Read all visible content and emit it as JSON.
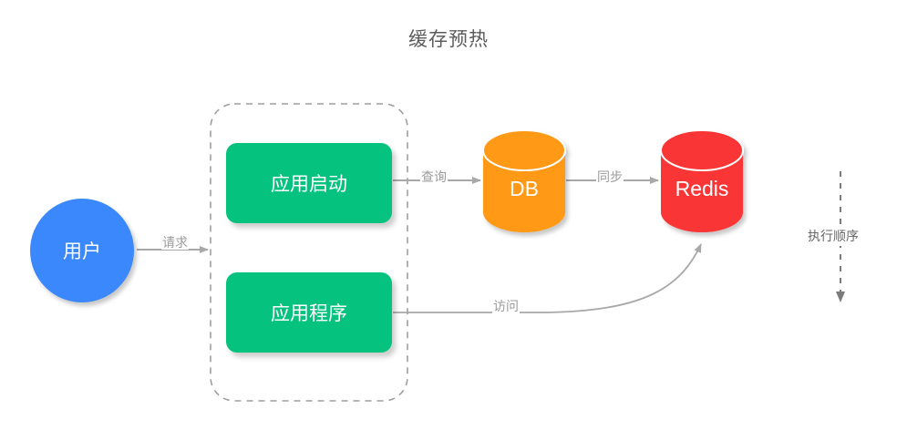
{
  "diagram": {
    "title": "缓存预热",
    "type": "flow-diagram",
    "nodes": [
      {
        "id": "user",
        "label": "用户",
        "shape": "circle",
        "color": "#3b88fd"
      },
      {
        "id": "app-start",
        "label": "应用启动",
        "shape": "rounded-rect",
        "color": "#05c37e"
      },
      {
        "id": "app-program",
        "label": "应用程序",
        "shape": "rounded-rect",
        "color": "#05c37e"
      },
      {
        "id": "db",
        "label": "DB",
        "shape": "cylinder",
        "color": "#ff9913"
      },
      {
        "id": "redis",
        "label": "Redis",
        "shape": "cylinder",
        "color": "#fa3434"
      }
    ],
    "group": {
      "id": "app-group",
      "style": "dashed-rounded-rect",
      "label": ""
    },
    "edges": [
      {
        "from": "user",
        "to": "app-group",
        "label": "请求"
      },
      {
        "from": "app-start",
        "to": "db",
        "label": "查询"
      },
      {
        "from": "db",
        "to": "redis",
        "label": "同步"
      },
      {
        "from": "app-program",
        "to": "redis",
        "label": "访问"
      }
    ],
    "annotation": {
      "label": "执行顺序",
      "direction": "down"
    },
    "colors": {
      "user": "#3b88fd",
      "app": "#05c37e",
      "db": "#ff9913",
      "redis": "#fa3434",
      "edge": "#a8a8a8",
      "group_border": "#9e9e9e",
      "title": "#5c5c5c"
    }
  }
}
